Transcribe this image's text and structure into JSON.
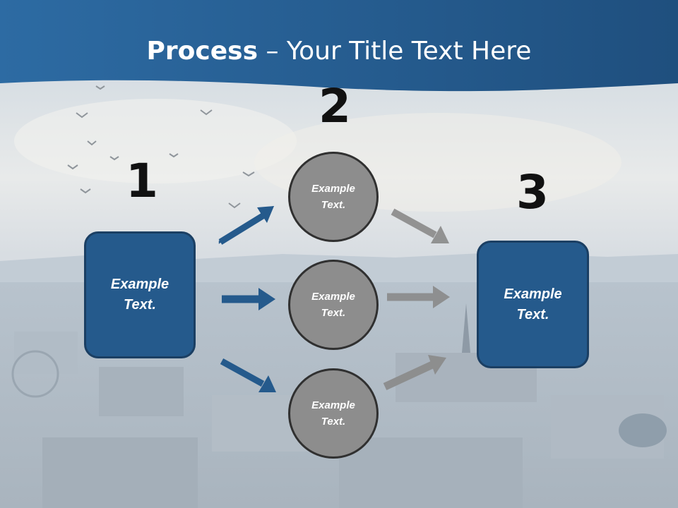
{
  "header": {
    "title_bold": "Process",
    "title_rest": " – Your Title Text Here"
  },
  "steps": {
    "one": "1",
    "two": "2",
    "three": "3"
  },
  "nodes": {
    "left_box": "Example\nText.",
    "circle_top": "Example\nText.",
    "circle_middle": "Example\nText.",
    "circle_bottom": "Example\nText.",
    "right_box": "Example\nText."
  },
  "colors": {
    "header_blue": "#255a8c",
    "box_blue": "#255a8c",
    "circle_gray": "#8d8d8d",
    "arrow_gray": "#8a8a8a"
  }
}
